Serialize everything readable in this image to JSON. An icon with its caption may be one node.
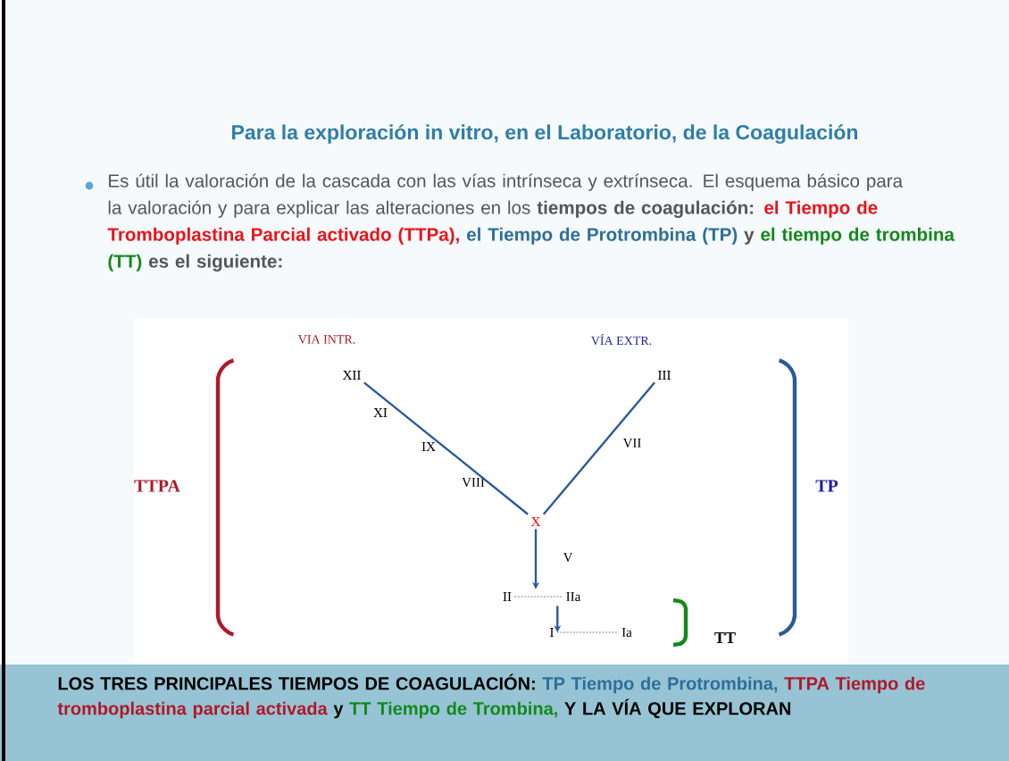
{
  "diagram": {
    "title": "Para la exploración in vitro, en el Laboratorio, de la Coagulación",
    "nodes": [
      {
        "text": [
          "XII"
        ]
      },
      {
        "text": [
          "III"
        ]
      },
      {
        "text": [
          "X"
        ]
      },
      {
        "text": [
          "II"
        ]
      },
      {
        "text": [
          "IIa"
        ]
      },
      {
        "text": [
          "I"
        ]
      },
      {
        "text": [
          "Ia"
        ]
      }
    ],
    "edges": [
      {
        "from": 0,
        "to": 2,
        "arrow": "none"
      },
      {
        "from": 1,
        "to": 2,
        "arrow": "none"
      },
      {
        "from": 2,
        "to": 3,
        "arrow": "to"
      },
      {
        "from": 4,
        "to": 5,
        "arrow": "to"
      },
      {
        "from": 3,
        "to": 4,
        "arrow": "none",
        "style": "dashed",
        "color": "#666666"
      },
      {
        "from": 5,
        "to": 6,
        "arrow": "none",
        "style": "dashed",
        "color": "#666666"
      }
    ],
    "labels": [
      "Es útil la valoración de la cascada con las vías intrínseca y extrínseca. El esquema básico para la valoración y  para explicar las alteraciones en los",
      "tiempos de coagulación:",
      "el Tiempo de Tromboplastina Parcial activado (TTPa),",
      "el Tiempo de Protrombina (TP)",
      "y",
      "el tiempo de trombina (TT)",
      "es el siguiente:",
      "VIA INTR.",
      "VÍA EXTR.",
      "XI",
      "IX",
      "VIII",
      "VII",
      "V",
      "TTPA",
      "TP",
      "TT",
      "LOS TRES PRINCIPALES TIEMPOS DE COAGULACIÓN:",
      "TP Tiempo de Protrombina,",
      "TTPA Tiempo de tromboplastina parcial activada",
      "y",
      "TT Tiempo de Trombina,",
      "Y LA VÍA QUE EXPLORAN"
    ]
  }
}
